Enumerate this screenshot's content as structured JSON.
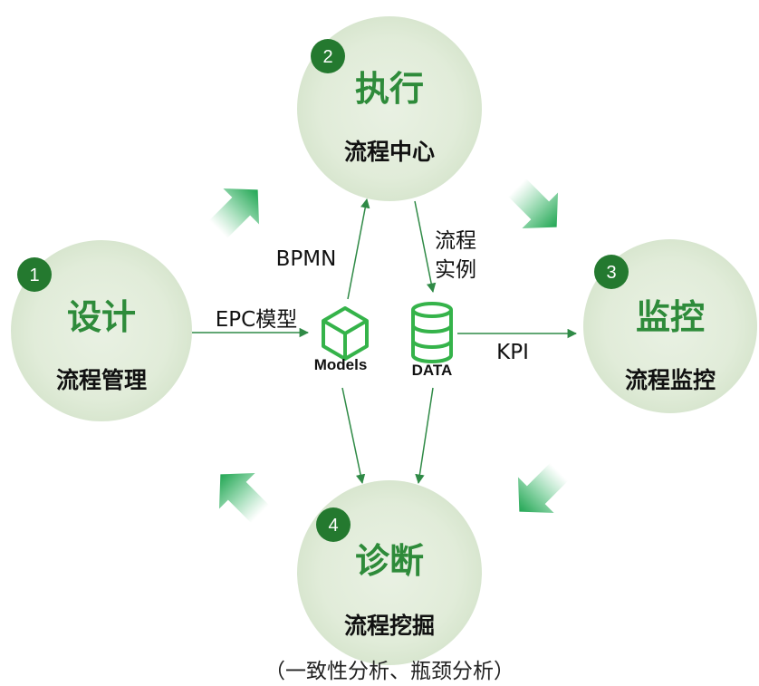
{
  "nodes": {
    "design": {
      "number": "1",
      "title": "设计",
      "subtitle": "流程管理"
    },
    "execute": {
      "number": "2",
      "title": "执行",
      "subtitle": "流程中心"
    },
    "monitor": {
      "number": "3",
      "title": "监控",
      "subtitle": "流程监控"
    },
    "diagnose": {
      "number": "4",
      "title": "诊断",
      "subtitle": "流程挖掘",
      "caption": "（一致性分析、瓶颈分析）"
    }
  },
  "edges": {
    "epc": "EPC模型",
    "bpmn": "BPMN",
    "instance_line1": "流程",
    "instance_line2": "实例",
    "kpi": "KPI"
  },
  "hub": {
    "models_label": "Models",
    "data_label": "DATA",
    "models_icon": "cube-icon",
    "data_icon": "database-icon"
  },
  "colors": {
    "circle_fill": "#e3eddc",
    "accent": "#2e8b3a",
    "badge": "#24792f",
    "arrow": "#2f8a46"
  }
}
